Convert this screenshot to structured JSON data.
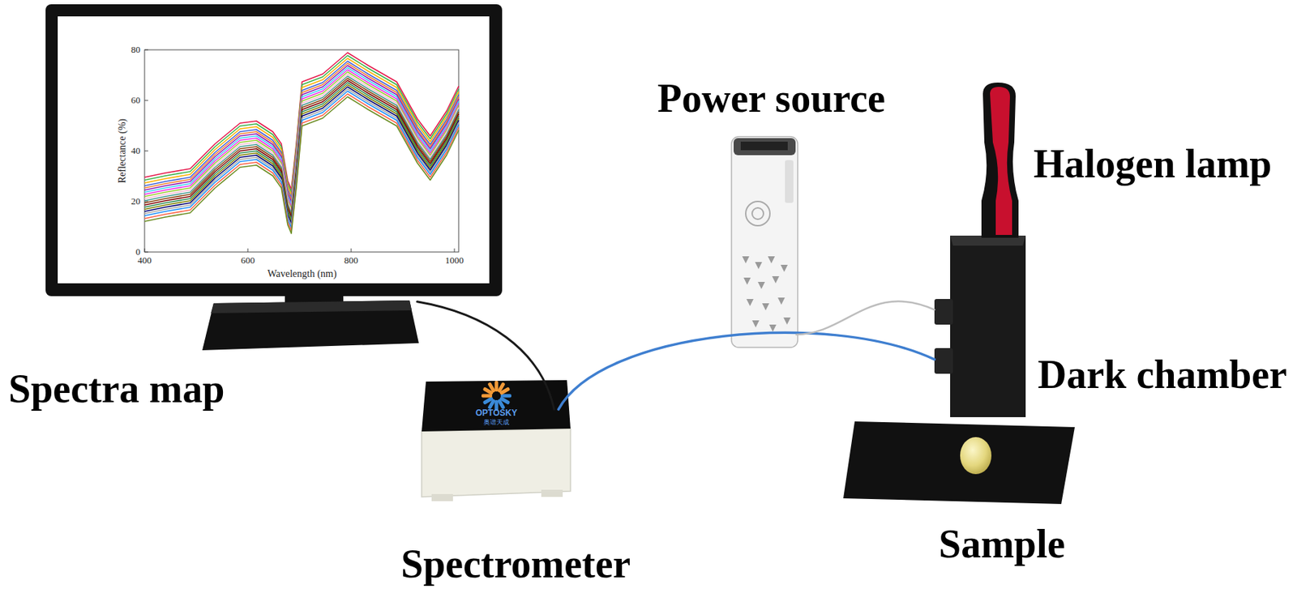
{
  "diagram": {
    "nodes": [
      {
        "text": [
          "Spectra map"
        ]
      },
      {
        "text": [
          "Spectrometer"
        ]
      },
      {
        "text": [
          "Power source"
        ]
      },
      {
        "text": [
          "Halogen lamp"
        ]
      },
      {
        "text": [
          "Dark chamber"
        ]
      },
      {
        "text": [
          "Sample"
        ]
      }
    ],
    "edges": [
      {
        "from": 0,
        "to": 1,
        "arrow": "none"
      },
      {
        "from": 1,
        "to": 4,
        "arrow": "none"
      },
      {
        "from": 2,
        "to": 4,
        "arrow": "none"
      }
    ],
    "labels": [
      "Reflectance (%)",
      "Wavelength (nm)",
      "0",
      "20",
      "40",
      "60",
      "80",
      "400",
      "600",
      "800",
      "1000",
      "OPTOSKY",
      "奥谱天成"
    ]
  }
}
